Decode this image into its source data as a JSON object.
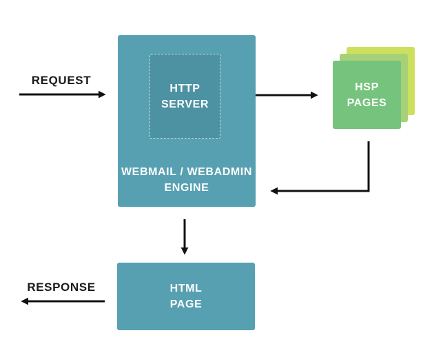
{
  "diagram": {
    "labels": {
      "request": "REQUEST",
      "response": "RESPONSE"
    },
    "nodes": {
      "http_server": {
        "line1": "HTTP",
        "line2": "SERVER"
      },
      "engine": {
        "line1": "WEBMAIL / WEBADMIN",
        "line2": "ENGINE"
      },
      "hsp_pages": {
        "line1": "HSP",
        "line2": "PAGES"
      },
      "html_page": {
        "line1": "HTML",
        "line2": "PAGE"
      }
    },
    "colors": {
      "background": "#ffffff",
      "engine-box": "#57a0b2",
      "http-server-box": "#4d92a3",
      "http-server-border": "#c5dfe4",
      "hsp-front": "#75c37c",
      "hsp-middle": "#a6d178",
      "hsp-back": "#cde05e",
      "arrow": "#111111",
      "label-text": "#1a1a1a",
      "box-text": "#ffffff"
    }
  }
}
